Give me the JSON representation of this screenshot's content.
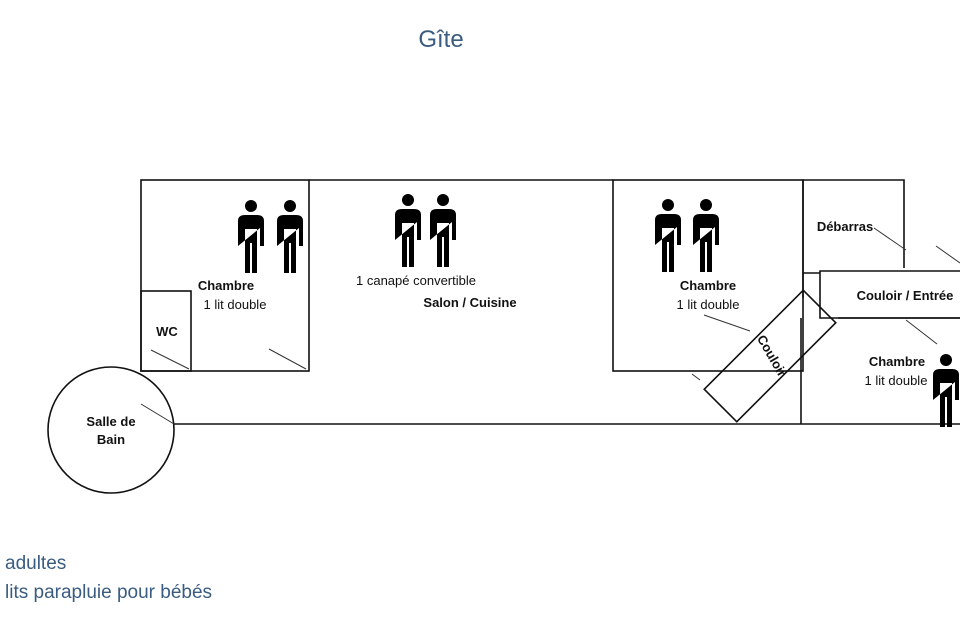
{
  "title": "Gîte",
  "rooms": {
    "chambre_left": {
      "name": "Chambre",
      "bed": "1 lit double"
    },
    "wc": {
      "name": "WC"
    },
    "salle_de_bain": {
      "line1": "Salle de",
      "line2": "Bain"
    },
    "salon": {
      "name": "Salon / Cuisine",
      "sofa": "1 canapé convertible"
    },
    "chambre_mid": {
      "name": "Chambre",
      "bed": "1 lit double"
    },
    "couloir": {
      "name": "Couloir"
    },
    "debarras": {
      "name": "Débarras"
    },
    "couloir_entree": {
      "name": "Couloir / Entrée"
    },
    "chambre_right": {
      "name": "Chambre",
      "bed": "1 lit double"
    }
  },
  "legend": {
    "adults": "adultes",
    "cots": "lits parapluie pour bébés"
  },
  "colors": {
    "person": "#37b4c8",
    "title": "#3a5c80",
    "walls": "#111111"
  },
  "icons": [
    "person-icon"
  ]
}
